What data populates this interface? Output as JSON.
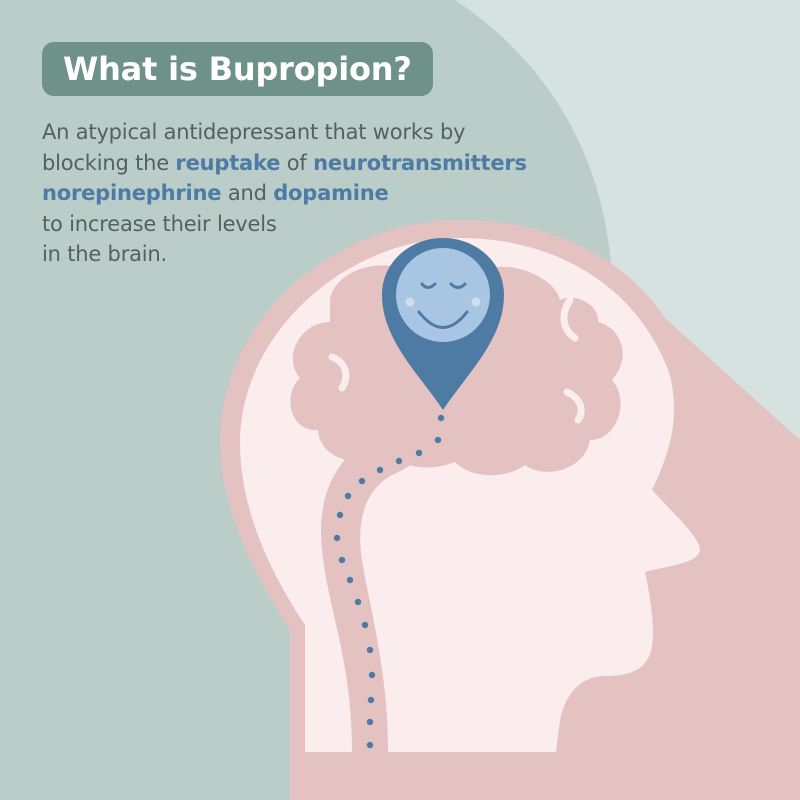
{
  "colors": {
    "background_light": "#d5e2df",
    "background_sage": "#bacdc8",
    "shadow_pink": "#e5c2c2",
    "head_fill": "#fbeced",
    "brain_fill": "#e5c2c2",
    "pin_blue": "#4e7ba4",
    "face_blue": "#a9c5e4",
    "title_pill": "#6e9289",
    "text_gray": "#55605f",
    "highlight_blue": "#4e7ba4"
  },
  "title": "What is Bupropion?",
  "description": {
    "line1": "An atypical antidepressant that works by",
    "line2_pre": "blocking the ",
    "line2_term1": "reuptake",
    "line2_mid": " of ",
    "line2_term2": "neurotransmitters",
    "line3_term1": "norepinephrine",
    "line3_mid": " and ",
    "line3_term2": "dopamine",
    "line4": "to increase their levels",
    "line5": "in the brain."
  },
  "illustration": {
    "icons": [
      "head-profile-icon",
      "brain-icon",
      "map-pin-icon",
      "smiling-face-icon",
      "dotted-path-icon"
    ]
  }
}
